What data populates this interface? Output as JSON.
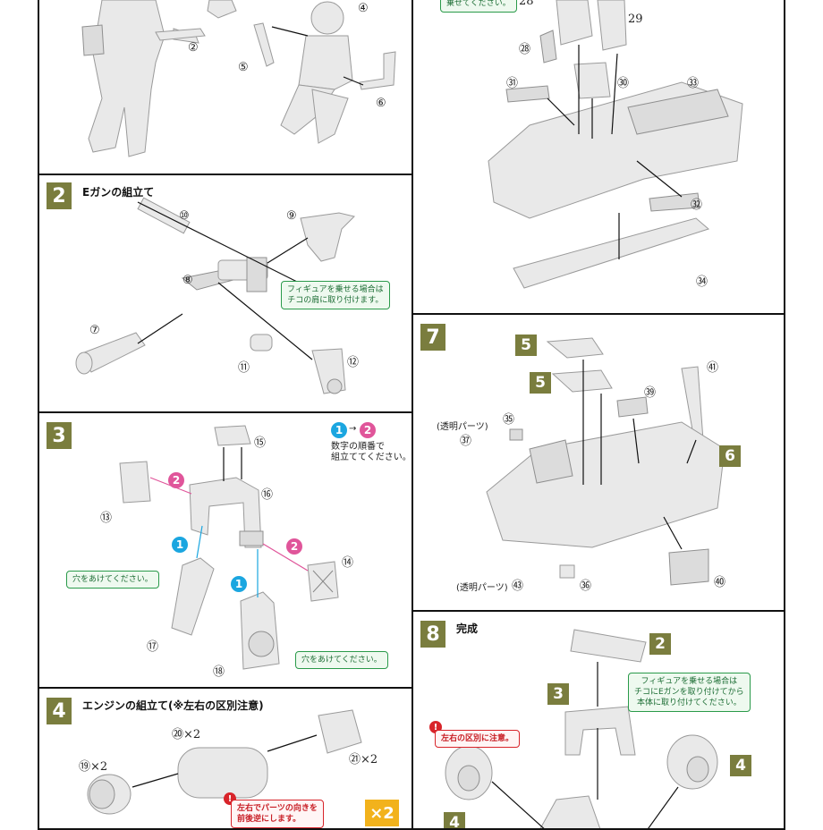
{
  "step1": {
    "labels": [
      "②",
      "④",
      "⑤",
      "⑥"
    ]
  },
  "step2": {
    "number": "2",
    "title": "Eガンの組立て",
    "labels": [
      "⑩",
      "⑨",
      "⑧",
      "⑦",
      "⑪",
      "⑫"
    ],
    "note": [
      "フィギュアを乗せる場合は",
      "チコの肩に取り付けます。"
    ]
  },
  "step3": {
    "number": "3",
    "labels": [
      "⑮",
      "⑯",
      "⑬",
      "⑭",
      "⑰",
      "⑱"
    ],
    "legend": {
      "from": "1",
      "to": "2",
      "text": [
        "数字の順番で",
        "組立ててください。"
      ]
    },
    "note_a": "穴をあけてください。",
    "note_b": "穴をあけてください。",
    "order": [
      "1",
      "2"
    ]
  },
  "step4": {
    "number": "4",
    "title": "エンジンの組立て(※左右の区別注意)",
    "labels": [
      "⑳×2",
      "⑲×2",
      "㉑×2"
    ],
    "warning": [
      "左右でパーツの向きを",
      "前後逆にします。"
    ],
    "multiplier": "×2"
  },
  "step6": {
    "labels": [
      "28",
      "29",
      "㉘",
      "㉛",
      "㉚",
      "㉝",
      "㉜",
      "㉞"
    ],
    "note": "乗せてください。"
  },
  "step7": {
    "number": "7",
    "labels": [
      "㊶",
      "㊴",
      "㉟",
      "㊲",
      "㊱",
      "㊸",
      "㊵"
    ],
    "clear_part_a": "(透明パーツ)",
    "clear_part_b": "(透明パーツ)",
    "refs": [
      "5",
      "5",
      "6"
    ]
  },
  "step8": {
    "number": "8",
    "title": "完成",
    "refs": [
      "2",
      "3",
      "4",
      "4"
    ],
    "note": [
      "フィギュアを乗せる場合は",
      "チコにEガンを取り付けてから",
      "本体に取り付けてください。"
    ],
    "warning": "左右の区別に注意。"
  }
}
